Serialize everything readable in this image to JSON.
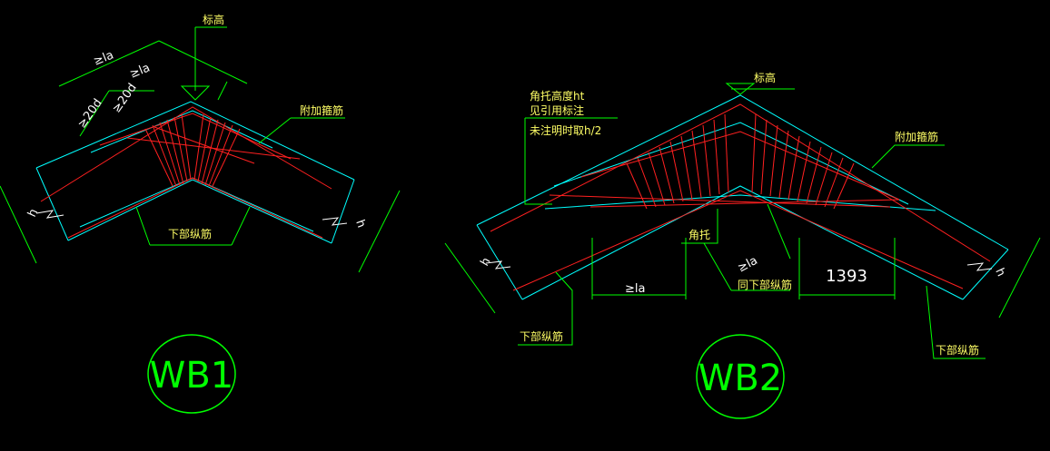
{
  "colors": {
    "background": "#000000",
    "concrete_outline": "#00ffff",
    "rebar": "#ff2020",
    "dimension": "#00ff00",
    "leader": "#00ff00",
    "label_text": "#ffff66",
    "dimension_text": "#ffffff",
    "title": "#00ff00"
  },
  "wb1": {
    "title": "WB1",
    "label_elevation": "标高",
    "label_extra_stirrup": "附加箍筋",
    "label_bottom_bar": "下部纵筋",
    "dim_la1": "≥la",
    "dim_la2": "≥la",
    "dim_20d_1": "≥20d",
    "dim_20d_2": "≥20d",
    "mark_h_left": "h",
    "mark_h_right": "h"
  },
  "wb2": {
    "title": "WB2",
    "label_elevation": "标高",
    "note_line1": "角托高度ht",
    "note_line2": "见引用标注",
    "note_line3": "未注明时取h/2",
    "label_extra_stirrup": "附加箍筋",
    "label_haunch": "角托",
    "label_bottom_bar_left": "下部纵筋",
    "label_bottom_bar_right": "下部纵筋",
    "label_top_bottom_bar": "同下部纵筋",
    "dim_la_left": "≥la",
    "dim_la_right": "≥la",
    "dim_value": "1393",
    "mark_h_left": "h",
    "mark_h_right": "h"
  }
}
